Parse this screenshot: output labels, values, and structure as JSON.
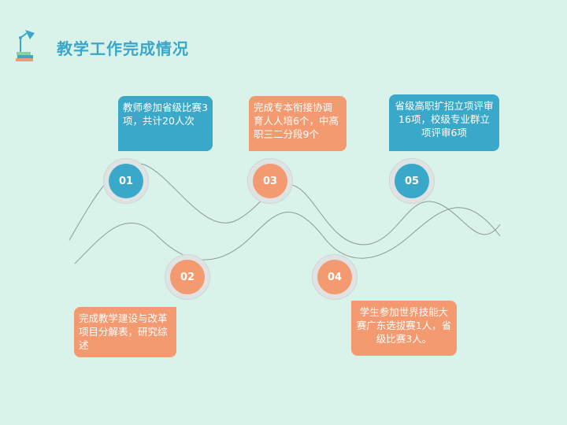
{
  "title": "教学工作完成情况",
  "colors": {
    "blue": "#3aa8c8",
    "orange": "#f39a70",
    "background": "#d9f2ea",
    "title": "#3aa6c9"
  },
  "logo_icon": "desk-lamp-books-icon",
  "steps": [
    {
      "number": "01",
      "color": "blue",
      "text": "教师参加省级比赛3项，共计20人次"
    },
    {
      "number": "02",
      "color": "orange",
      "text": "完成教学建设与改革项目分解表，研究综述"
    },
    {
      "number": "03",
      "color": "orange",
      "text": "完成专本衔接协调育人人培6个，中高职三二分段9个"
    },
    {
      "number": "04",
      "color": "orange",
      "text": "学生参加世界技能大赛广东选拔赛1人，省级比赛3人。"
    },
    {
      "number": "05",
      "color": "blue",
      "text": "省级高职扩招立项评审16项，校级专业群立项评审6项"
    }
  ]
}
